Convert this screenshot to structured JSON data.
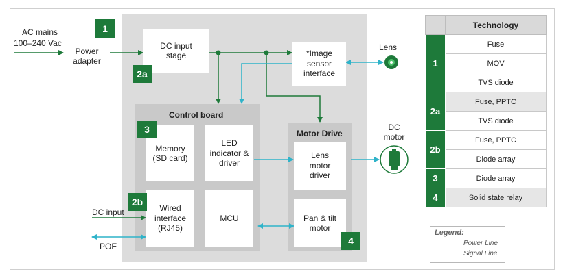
{
  "inputs": {
    "ac_mains": "AC mains",
    "ac_range": "100–240 Vac",
    "dc_input": "DC input",
    "poe": "POE"
  },
  "blocks": {
    "power_adapter": "Power adapter",
    "dc_input_stage": "DC input stage",
    "image_sensor": "*Image sensor interface",
    "lens": "Lens",
    "dc_motor": "DC motor",
    "control_board": "Control board",
    "memory": "Memory (SD card)",
    "led_driver": "LED indicator & driver",
    "wired_interface": "Wired interface (RJ45)",
    "mcu": "MCU",
    "motor_drive": "Motor Drive",
    "lens_motor_driver": "Lens motor driver",
    "pan_tilt": "Pan & tilt motor"
  },
  "tags": {
    "t1": "1",
    "t2a": "2a",
    "t2b": "2b",
    "t3": "3",
    "t4": "4"
  },
  "technology": {
    "header": "Technology",
    "groups": [
      {
        "id": "1",
        "items": [
          "Fuse",
          "MOV",
          "TVS diode"
        ]
      },
      {
        "id": "2a",
        "items": [
          "Fuse, PPTC",
          "TVS diode"
        ]
      },
      {
        "id": "2b",
        "items": [
          "Fuse, PPTC",
          "Diode array"
        ]
      },
      {
        "id": "3",
        "items": [
          "Diode array"
        ]
      },
      {
        "id": "4",
        "items": [
          "Solid state relay"
        ]
      }
    ]
  },
  "legend": {
    "title": "Legend:",
    "power": "Power Line",
    "signal": "Signal Line"
  },
  "colors": {
    "power_line": "#1e7a3a",
    "signal_line": "#2fb3c9",
    "tag_green": "#1e7a3a"
  }
}
